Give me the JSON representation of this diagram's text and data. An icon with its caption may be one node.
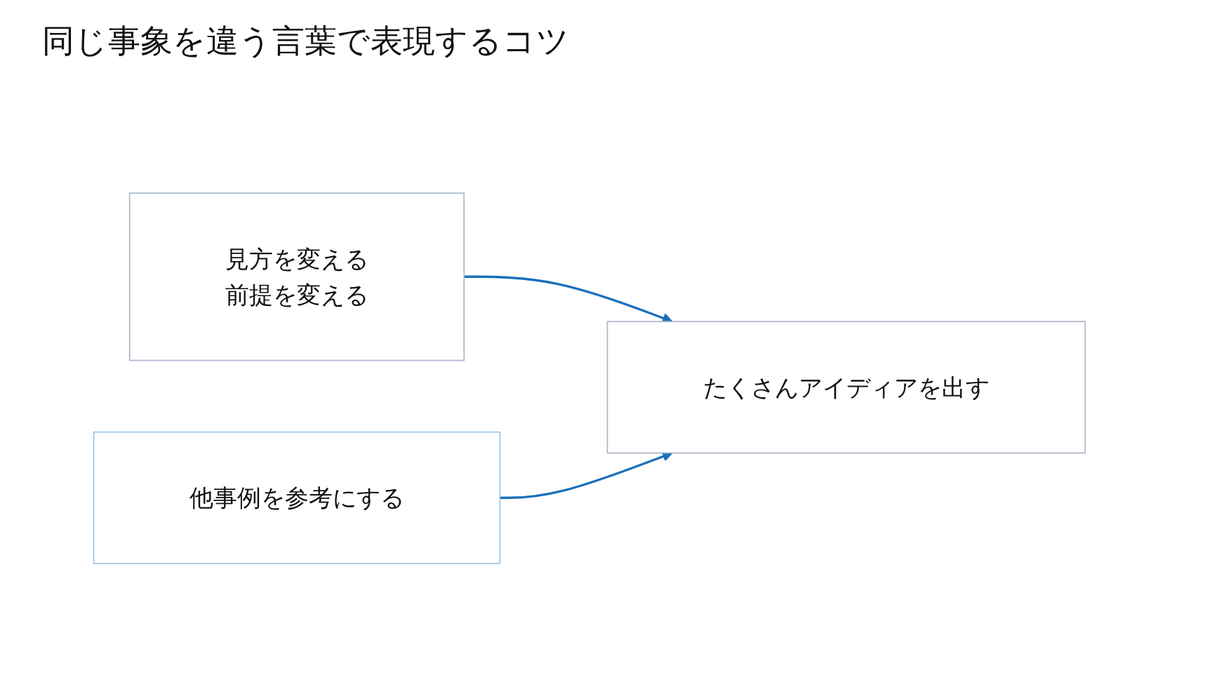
{
  "diagram": {
    "title": "同じ事象を違う言葉で表現するコツ",
    "nodes": [
      {
        "text": [
          "見方を変える",
          "前提を変える"
        ]
      },
      {
        "text": [
          "他事例を参考にする"
        ]
      },
      {
        "text": [
          "たくさんアイディアを出す"
        ]
      }
    ],
    "edges": [
      {
        "from": 0,
        "to": 2,
        "arrow": "to"
      },
      {
        "from": 1,
        "to": 2,
        "arrow": "to"
      }
    ]
  }
}
